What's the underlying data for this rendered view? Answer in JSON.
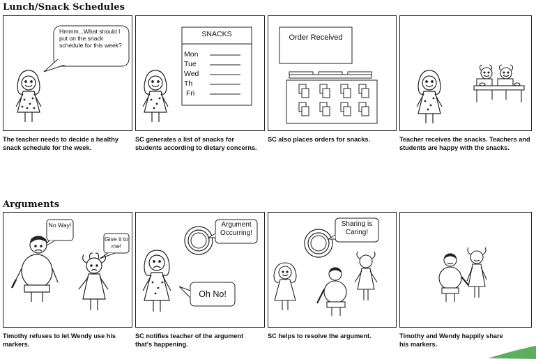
{
  "sections": [
    {
      "title": "Lunch/Snack Schedules",
      "panels": [
        {
          "bubble": "Hmmm...What should I put on the snack schedule for this week?",
          "caption": "The teacher needs to decide a healthy snack schedule for the week."
        },
        {
          "list_title": "SNACKS",
          "days": [
            "Mon",
            "Tue",
            "Wed",
            "Th",
            "Fri"
          ],
          "caption": "SC generates a list of snacks for students according to dietary concerns."
        },
        {
          "board_title": "Order Received",
          "caption": "SC also places orders for snacks."
        },
        {
          "caption": "Teacher receives the snacks. Teachers and students are happy with the snacks."
        }
      ]
    },
    {
      "title": "Arguments",
      "panels": [
        {
          "bubble_left": "No Way!",
          "bubble_right": "Give it to me!",
          "caption": "Timothy refuses to let Wendy use his markers."
        },
        {
          "alert": "Argument Occurring!",
          "bubble": "Oh No!",
          "caption": "SC notifies teacher of the argument that's happening."
        },
        {
          "alert": "Sharing is Caring!",
          "caption": "SC helps to resolve the argument."
        },
        {
          "caption": "Timothy and Wendy happily share his markers."
        }
      ]
    }
  ]
}
